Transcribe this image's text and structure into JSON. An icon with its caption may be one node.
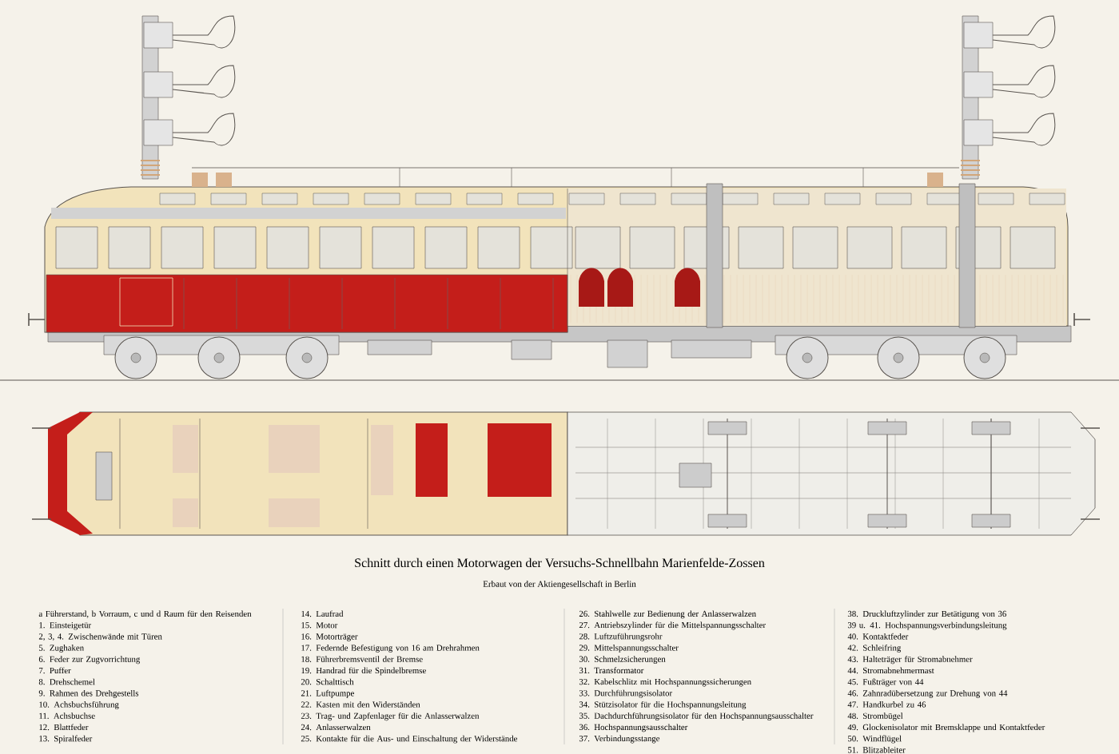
{
  "diagram": {
    "title": "Schnitt durch einen Motorwagen der Versuchs-Schnellbahn Marienfelde-Zossen",
    "labels": [
      "Erbaut von der Aktiengesellschaft in Berlin",
      "a Führerstand, b Vorraum, c und d Raum für den Reisenden",
      "1. Einsteigetür",
      "2, 3, 4. Zwischenwände mit Türen",
      "5. Zughaken",
      "6. Feder zur Zugvorrichtung",
      "7. Puffer",
      "8. Drehschemel",
      "9. Rahmen des Drehgestells",
      "10. Achsbuchsführung",
      "11. Achsbuchse",
      "12. Blattfeder",
      "13. Spiralfeder",
      "14. Laufrad",
      "15. Motor",
      "16. Motorträger",
      "17. Federnde Befestigung von 16 am Drehrahmen",
      "18. Führerbremsventil der Bremse",
      "19. Handrad für die Spindelbremse",
      "20. Schalttisch",
      "21. Luftpumpe",
      "22. Kasten mit den Widerständen",
      "23. Trag- und Zapfenlager für die Anlasserwalzen",
      "24. Anlasserwalzen",
      "25. Kontakte für die Aus- und Einschaltung der Widerstände",
      "26. Stahlwelle zur Bedienung der Anlasserwalzen",
      "27. Antriebszylinder für die Mittelspannungsschalter",
      "28. Luftzuführungsrohr",
      "29. Mittelspannungsschalter",
      "30. Schmelzsicherungen",
      "31. Transformator",
      "32. Kabelschlitz mit Hochspannungssicherungen",
      "33. Durchführungsisolator",
      "34. Stützisolator für die Hochspannungsleitung",
      "35. Dachdurchführungsisolator für den Hochspannungsausschalter",
      "36. Hochspannungsausschalter",
      "37. Verbindungsstange",
      "38. Druckluftzylinder zur Betätigung von 36",
      "39 u. 41. Hochspannungsverbindungsleitung",
      "40. Kontaktfeder",
      "42. Schleifring",
      "43. Halteträger für Stromabnehmer",
      "44. Stromabnehmermast",
      "45. Fußträger von 44",
      "46. Zahnradübersetzung zur Drehung von 44",
      "47. Handkurbel zu 46",
      "48. Strombügel",
      "49. Glockenisolator mit Bremsklappe und Kontaktfeder",
      "50. Windflügel",
      "51. Blitzableiter"
    ]
  }
}
